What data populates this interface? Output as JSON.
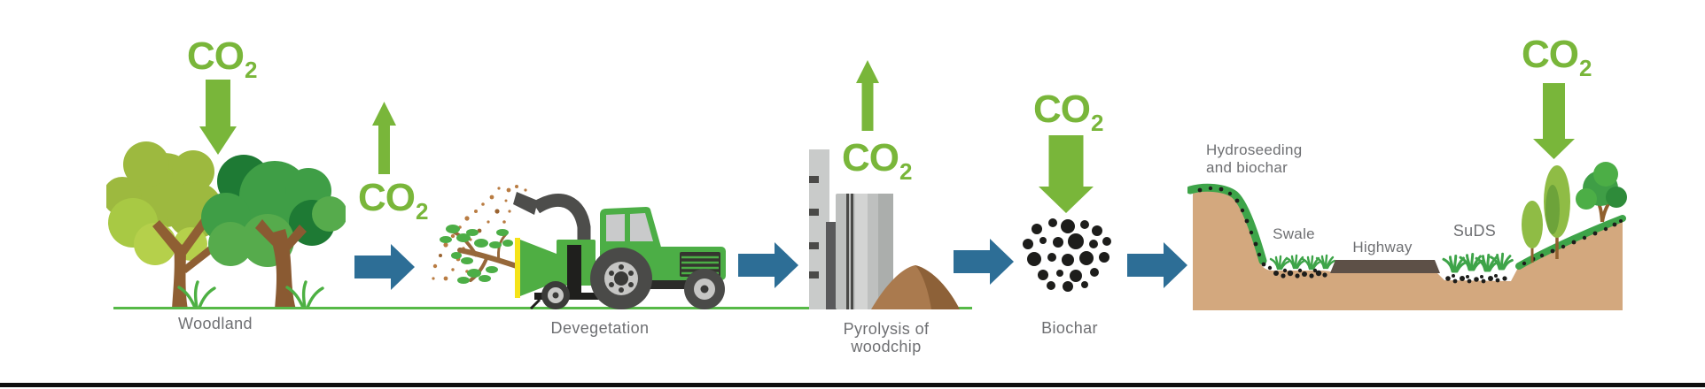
{
  "diagram": {
    "co2_label": {
      "formula": "CO",
      "subscript": "2"
    },
    "stage_labels": {
      "woodland": "Woodland",
      "devegetation": "Devegetation",
      "pyrolysis_line1": "Pyrolysis of",
      "pyrolysis_line2": "woodchip",
      "biochar": "Biochar"
    },
    "landscape_labels": {
      "hydroseeding_line1": "Hydroseeding",
      "hydroseeding_line2": "and biochar",
      "swale": "Swale",
      "highway": "Highway",
      "suds": "SuDS"
    },
    "co2_markers": [
      {
        "location": "woodland",
        "direction": "down"
      },
      {
        "location": "devegetation",
        "direction": "up"
      },
      {
        "location": "pyrolysis",
        "direction": "up"
      },
      {
        "location": "biochar",
        "direction": "down"
      },
      {
        "location": "restored-landscape",
        "direction": "down"
      }
    ],
    "icons": {
      "co2_down_arrow": "↓",
      "co2_up_arrow": "↑",
      "flow_arrow_right": "→"
    },
    "colors": {
      "co2_green": "#79b63a",
      "arrow_blue": "#2d6e96",
      "label_gray": "#6e6f72",
      "ground_green": "#56b947",
      "grass_green": "#3ea449",
      "soil_tan": "#d3a87e",
      "biochar_black": "#1d1d1b",
      "highway_brown": "#5d5047",
      "bottom_rule_black": "#0f0f0f"
    }
  }
}
